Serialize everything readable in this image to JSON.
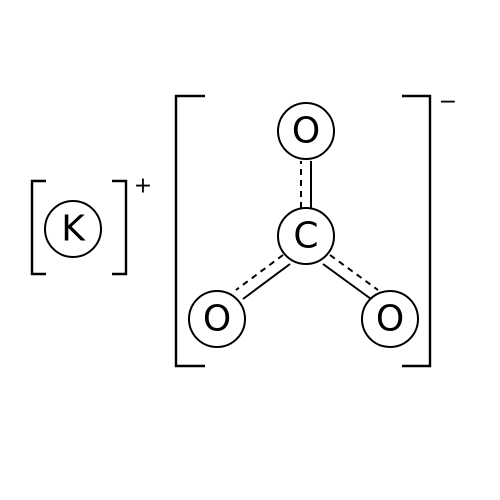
{
  "cation": {
    "symbol": "K",
    "charge": "+"
  },
  "anion": {
    "charge": "−",
    "atoms": {
      "carbon": "C",
      "oxygen_top": "O",
      "oxygen_left": "O",
      "oxygen_right": "O"
    },
    "bonds": [
      {
        "from": "carbon",
        "to": "oxygen_top",
        "style": "solid+dashed"
      },
      {
        "from": "carbon",
        "to": "oxygen_left",
        "style": "solid+dashed"
      },
      {
        "from": "carbon",
        "to": "oxygen_right",
        "style": "solid+dashed"
      }
    ]
  }
}
